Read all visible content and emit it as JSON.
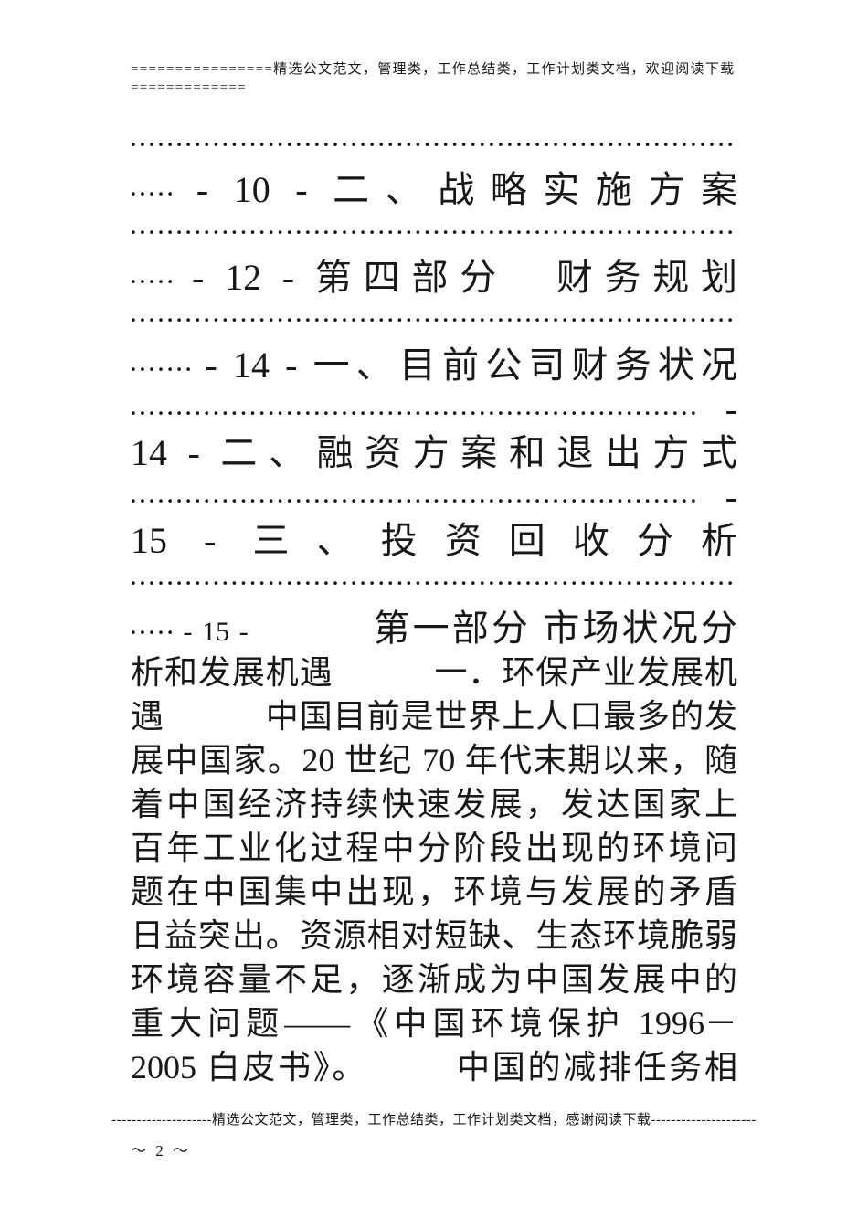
{
  "header": {
    "line1": "================精选公文范文，管理类，工作总结类，工作计划类文档，欢迎阅读下载",
    "line2": "============="
  },
  "content": {
    "lines": [
      {
        "dots": ".................................................................."
      },
      {
        "dots": ".....",
        "text": "- 10 - 二、战略实施方案"
      },
      {
        "dots": ".................................................................."
      },
      {
        "dots": ".....",
        "text": "- 12 - 第四部分　财务规划"
      },
      {
        "dots": ".................................................................."
      },
      {
        "dots": ".......",
        "text": "- 14 - 一、目前公司财务状况"
      },
      {
        "dots": "..............................................................",
        "text": "-"
      },
      {
        "text": "14 - 二、融资方案和退出方式"
      },
      {
        "dots": "..............................................................",
        "text": "-"
      },
      {
        "text": "15 - 三、投资回收分析"
      },
      {
        "dots": ".................................................................."
      },
      {
        "dots": ".....",
        "small": "- 15 -",
        "text": "　　　第一部分 市场状况分"
      },
      {
        "body": "析和发展机遇　　　一．环保产业发展机"
      },
      {
        "body": "遇　　　中国目前是世界上人口最多的发"
      },
      {
        "body": "展中国家。20 世纪 70 年代末期以来，随"
      },
      {
        "body": "着中国经济持续快速发展，发达国家上"
      },
      {
        "body": "百年工业化过程中分阶段出现的环境问"
      },
      {
        "body": "题在中国集中出现，环境与发展的矛盾"
      },
      {
        "body": "日益突出。资源相对短缺、生态环境脆弱"
      },
      {
        "body": "环境容量不足，逐渐成为中国发展中的"
      },
      {
        "body": "重大问题——《中国环境保护 1996－"
      },
      {
        "body": "2005 白皮书》。　　　中国的减排任务相"
      }
    ]
  },
  "footer": {
    "text": "--------------------精选公文范文，管理类，工作总结类，工作计划类文档，感谢阅读下载---------------------",
    "page_number": "～ 2 ～"
  }
}
